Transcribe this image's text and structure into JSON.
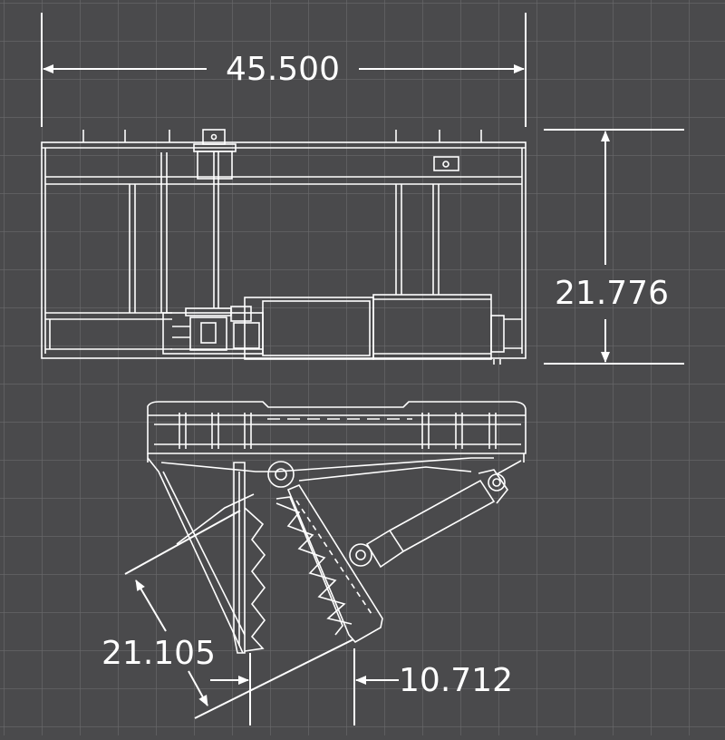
{
  "colors": {
    "background": "#4a4a4c",
    "grid": "#6a6a6c",
    "line": "#ffffff"
  },
  "dimensions": {
    "width": "45.500",
    "height": "21.776",
    "jaw_length": "21.105",
    "jaw_opening": "10.712"
  }
}
